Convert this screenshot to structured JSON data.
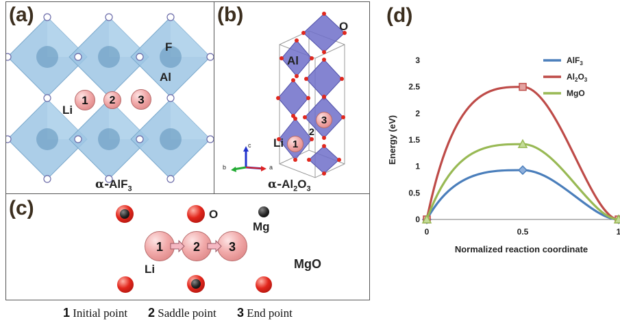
{
  "panel_a": {
    "label": "(a)",
    "atom_F": "F",
    "atom_Al": "Al",
    "atom_Li": "Li",
    "sites": [
      "1",
      "2",
      "3"
    ],
    "caption_prefix": "α-",
    "caption_main": "AlF",
    "caption_sub": "3"
  },
  "panel_b": {
    "label": "(b)",
    "atom_O": "O",
    "atom_Al": "Al",
    "atom_Li": "Li",
    "sites": [
      "1",
      "2",
      "3"
    ],
    "axis_a": "a",
    "axis_b": "b",
    "axis_c": "c",
    "caption_prefix": "α-",
    "caption_main1": "Al",
    "caption_sub1": "2",
    "caption_main2": "O",
    "caption_sub2": "3"
  },
  "panel_c": {
    "label": "(c)",
    "atom_O": "O",
    "atom_Mg": "Mg",
    "atom_Li": "Li",
    "material": "MgO",
    "sites": [
      "1",
      "2",
      "3"
    ]
  },
  "legend": {
    "items": [
      {
        "num": "1",
        "text": "Initial point"
      },
      {
        "num": "2",
        "text": "Saddle point"
      },
      {
        "num": "3",
        "text": "End point"
      }
    ]
  },
  "panel_d": {
    "label": "(d)"
  },
  "chart_data": {
    "type": "line",
    "title": "",
    "xlabel": "Normalized reaction coordinate",
    "ylabel": "Energy (eV)",
    "xlim": [
      0,
      1
    ],
    "ylim": [
      0,
      3
    ],
    "xticks": [
      "0",
      "0.5",
      "1"
    ],
    "yticks": [
      "0",
      "0.5",
      "1",
      "1.5",
      "2",
      "2.5",
      "3"
    ],
    "x": [
      0,
      0.5,
      1
    ],
    "series": [
      {
        "name": "AlF",
        "name_sub": "3",
        "values": [
          0,
          0.93,
          0
        ],
        "color": "#4a7ebb",
        "marker": "diamond"
      },
      {
        "name": "Al",
        "name_sub": "2",
        "name_tail": "O",
        "name_tail_sub": "3",
        "values": [
          0,
          2.5,
          0
        ],
        "color": "#be4b48",
        "marker": "square"
      },
      {
        "name": "MgO",
        "values": [
          0,
          1.42,
          0
        ],
        "color": "#98b954",
        "marker": "triangle"
      }
    ],
    "legend_position": "top-right",
    "grid": false
  }
}
